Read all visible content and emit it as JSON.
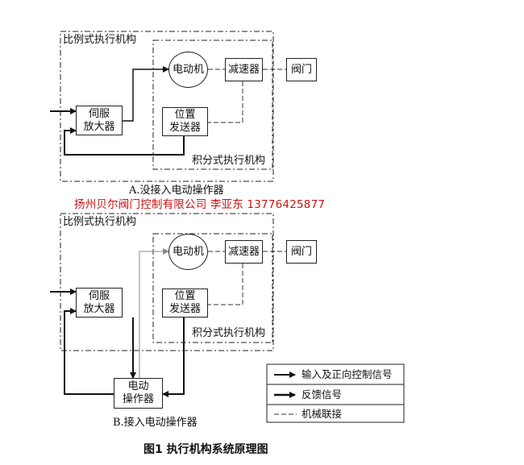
{
  "colors": {
    "ink": "#222222",
    "watermark": "#cc1111",
    "gray_line": "#999999"
  },
  "diagram_a": {
    "outer_label": "比例式执行机构",
    "inner_label": "积分式执行机构",
    "motor": "电动机",
    "reducer": "减速器",
    "valve": "阀门",
    "servo_line1": "伺服",
    "servo_line2": "放大器",
    "position_line1": "位置",
    "position_line2": "发送器",
    "caption": "A.没接入电动操作器"
  },
  "watermark": "扬州贝尔阀门控制有限公司 李亚东 13776425877",
  "diagram_b": {
    "outer_label": "比例式执行机构",
    "inner_label": "积分式执行机构",
    "motor": "电动机",
    "reducer": "减速器",
    "valve": "阀门",
    "servo_line1": "伺服",
    "servo_line2": "放大器",
    "position_line1": "位置",
    "position_line2": "发送器",
    "operator_line1": "电动",
    "operator_line2": "操作器",
    "caption": "B.接入电动操作器"
  },
  "legend": {
    "items": [
      {
        "label": "输入及正向控制信号"
      },
      {
        "label": "反馈信号"
      },
      {
        "label": "机械联接"
      }
    ]
  },
  "figure_caption": "图1  执行机构系统原理图"
}
